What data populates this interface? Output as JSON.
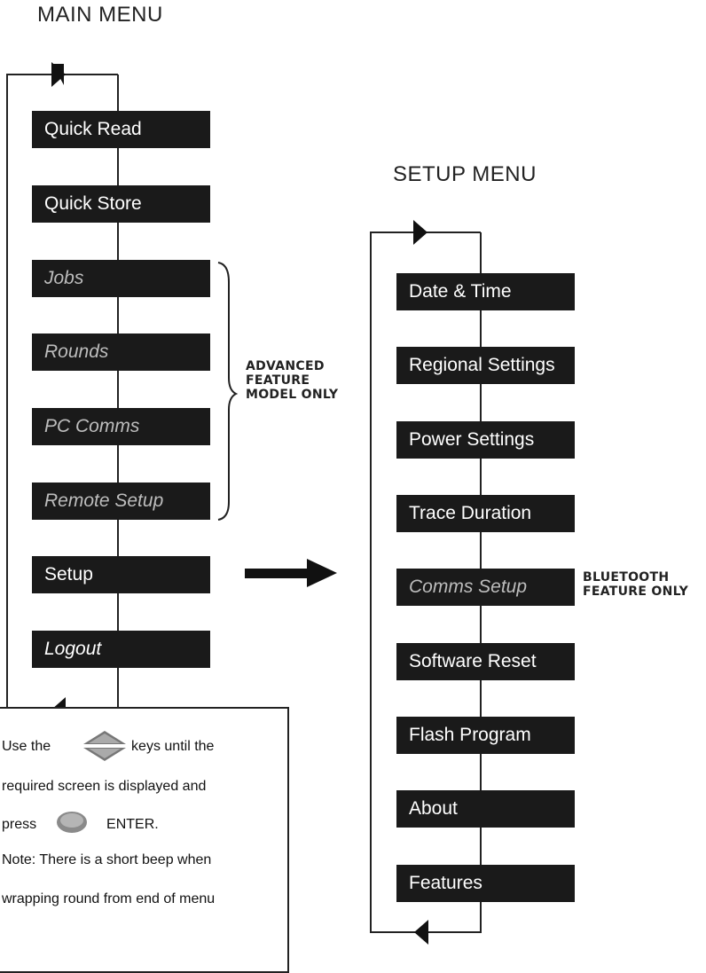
{
  "main_menu": {
    "title": "MAIN MENU",
    "items": [
      {
        "label": "Quick Read"
      },
      {
        "label": "Quick Store"
      },
      {
        "label": "Jobs"
      },
      {
        "label": "Rounds"
      },
      {
        "label": "PC Comms"
      },
      {
        "label": "Remote Setup"
      },
      {
        "label": "Setup"
      },
      {
        "label": "Logout"
      }
    ],
    "advanced_note": [
      "ADVANCED",
      "FEATURE",
      "MODEL ONLY"
    ]
  },
  "setup_menu": {
    "title": "SETUP MENU",
    "items": [
      {
        "label": "Date & Time"
      },
      {
        "label": "Regional Settings"
      },
      {
        "label": "Power Settings"
      },
      {
        "label": "Trace Duration"
      },
      {
        "label": "Comms Setup"
      },
      {
        "label": "Software Reset"
      },
      {
        "label": "Flash Program"
      },
      {
        "label": "About"
      },
      {
        "label": "Features"
      }
    ],
    "bluetooth_note": [
      "BLUETOOTH",
      "FEATURE ONLY"
    ]
  },
  "instructions": {
    "line1_a": "Use the",
    "line1_b": "keys until the",
    "line2": "required screen is displayed and",
    "line3_a": "press",
    "line3_b": "ENTER.",
    "line4": "Note: There is a short beep when",
    "line5": "wrapping round from end of menu"
  },
  "icons": {
    "arrow_keys": "up-down-arrow-key-icon",
    "enter_key": "enter-key-icon"
  },
  "colors": {
    "box_background": "#1a1a1a",
    "box_text": "#ffffff",
    "optional_text": "#bdbdbd",
    "lines": "#222222"
  }
}
